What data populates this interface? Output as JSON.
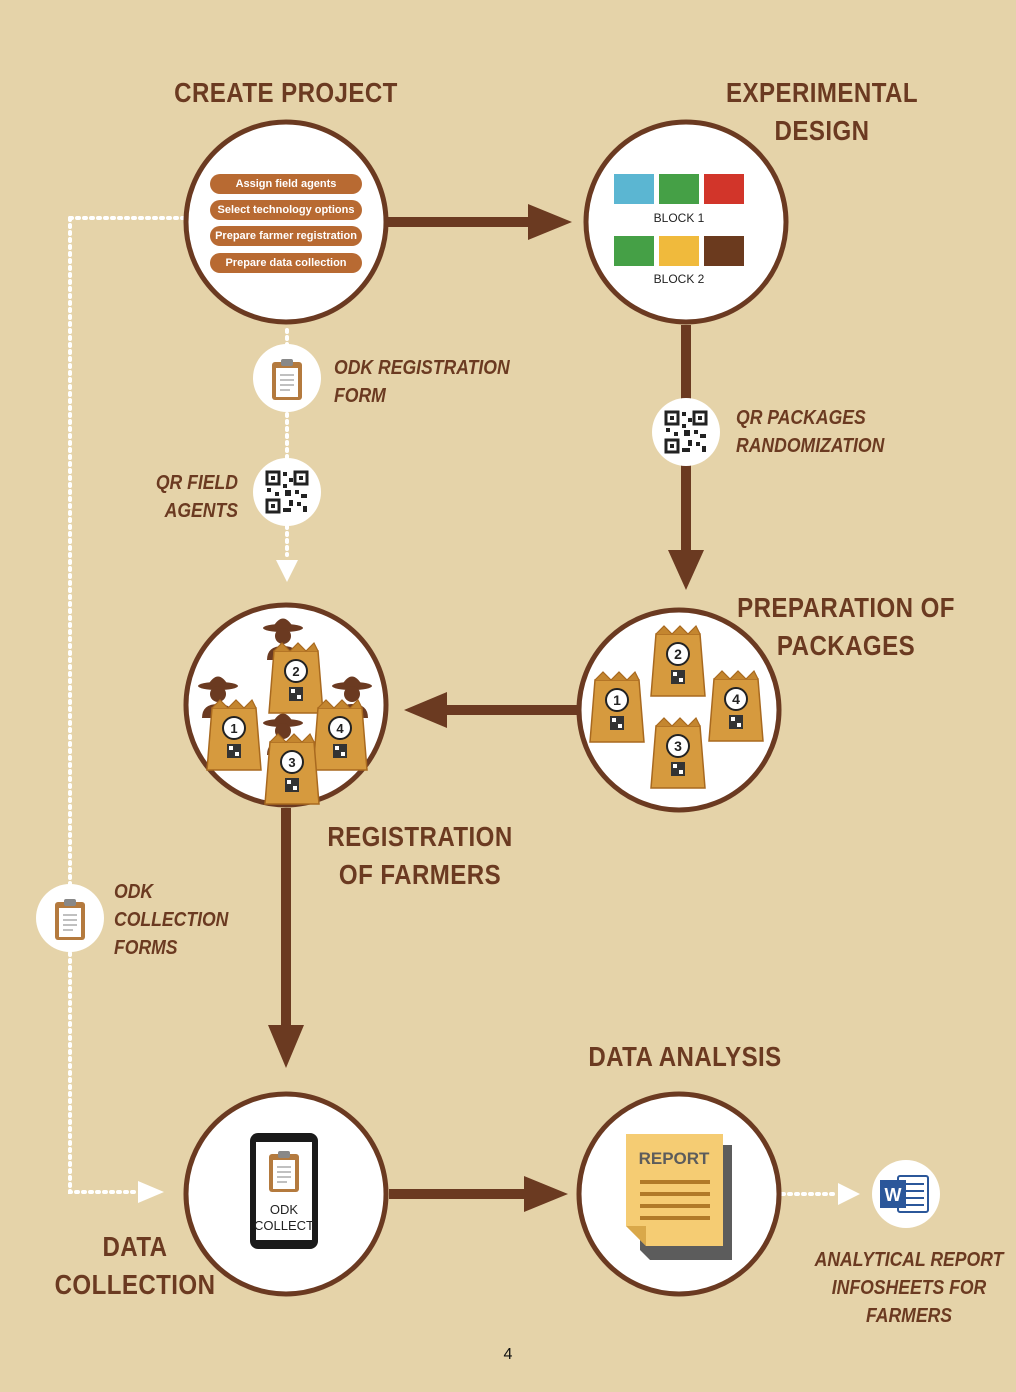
{
  "create_project": {
    "title": "CREATE PROJECT",
    "steps": [
      "Assign field agents",
      "Select technology options",
      "Prepare farmer registration",
      "Prepare data collection"
    ]
  },
  "experimental_design": {
    "title_lines": [
      "EXPERIMENTAL",
      "DESIGN"
    ],
    "blocks": [
      {
        "label": "BLOCK 1",
        "colors": [
          "#5bb6d2",
          "#45a046",
          "#d2352a"
        ]
      },
      {
        "label": "BLOCK 2",
        "colors": [
          "#45a046",
          "#f0ba3c",
          "#6b3a1e"
        ]
      }
    ]
  },
  "odk_registration_form": {
    "lines": [
      "ODK REGISTRATION",
      "FORM"
    ]
  },
  "qr_packages_randomization": {
    "lines": [
      "QR PACKAGES",
      "RANDOMIZATION"
    ]
  },
  "qr_field_agents": {
    "lines": [
      "QR FIELD",
      "AGENTS"
    ]
  },
  "preparation_of_packages": {
    "title_lines": [
      "PREPARATION OF",
      "PACKAGES"
    ],
    "package_numbers": [
      "1",
      "2",
      "3",
      "4"
    ]
  },
  "registration_of_farmers": {
    "title_lines": [
      "REGISTRATION",
      "OF FARMERS"
    ],
    "package_numbers": [
      "1",
      "2",
      "3",
      "4"
    ]
  },
  "odk_collection_forms": {
    "lines": [
      "ODK",
      "COLLECTION",
      "FORMS"
    ]
  },
  "data_collection": {
    "title_lines": [
      "DATA",
      "COLLECTION"
    ],
    "device_lines": [
      "ODK",
      "COLLECT"
    ]
  },
  "data_analysis": {
    "title": "DATA ANALYSIS",
    "report_label": "REPORT"
  },
  "outputs": {
    "lines": [
      "ANALYTICAL REPORT",
      "INFOSHEETS FOR",
      "FARMERS"
    ],
    "word_letter": "W"
  },
  "page_number": "4",
  "colors": {
    "background": "#e5d3a9",
    "brown": "#6b3a21",
    "pill": "#b86a32",
    "bag": "#d69a3e"
  }
}
